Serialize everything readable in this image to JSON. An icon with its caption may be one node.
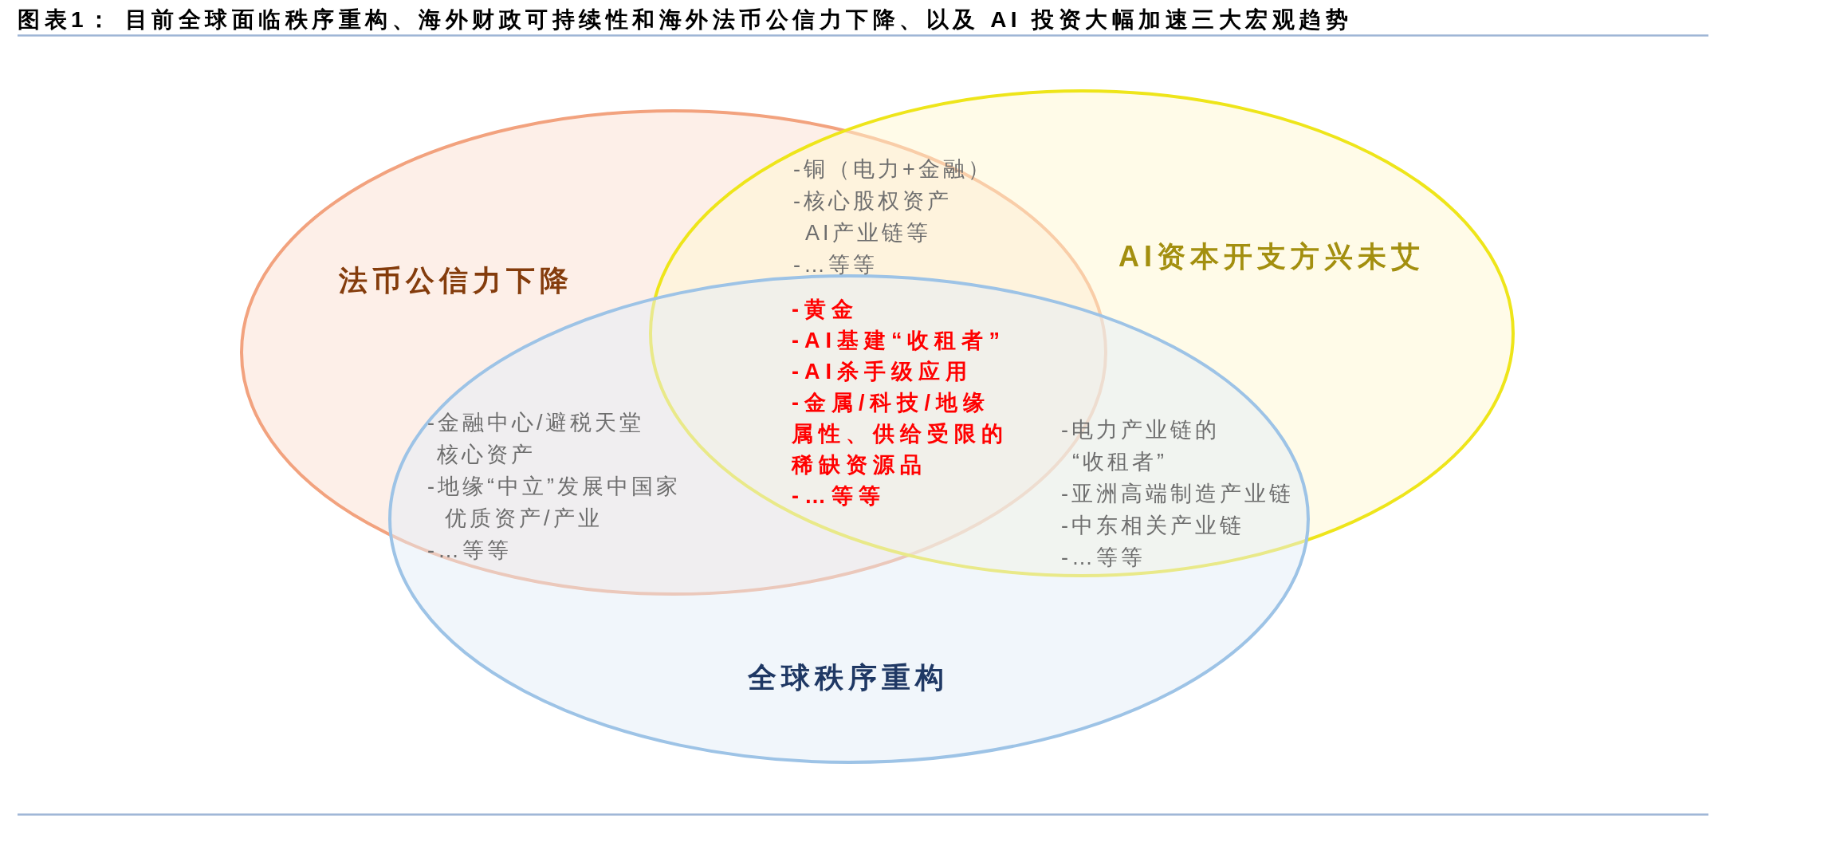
{
  "diagram": {
    "title": "图表1： 目前全球面临秩序重构、海外财政可持续性和海外法币公信力下降、以及 AI 投资大幅加速三大宏观趋势",
    "nodes": [
      {
        "text": [
          "法币公信力下降"
        ]
      },
      {
        "text": [
          "AI资本开支方兴未艾"
        ]
      },
      {
        "text": [
          "全球秩序重构"
        ]
      }
    ],
    "labels": [
      "-铜（电力+金融）",
      "-核心股权资产AI产业链等",
      "-…等等",
      "-黄金",
      "-AI基建“收租者”",
      "-AI杀手级应用",
      "-金属/科技/地缘属性、供给受限的稀缺资源品",
      "-…等等",
      "-金融中心/避税天堂核心资产",
      "-地缘“中立”发展中国家优质资产/产业",
      "-…等等",
      "-电力产业链的“收租者”",
      "-亚洲高端制造产业链",
      "-中东相关产业链",
      "-…等等"
    ]
  }
}
